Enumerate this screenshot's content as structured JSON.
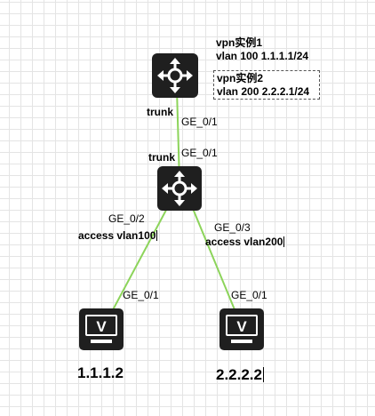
{
  "devices": {
    "top_router": {
      "icon": "router-icon",
      "port_label": "GE_0/1",
      "mode_label": "trunk"
    },
    "core_switch": {
      "icon": "l3-switch-icon",
      "uplink_port": "GE_0/1",
      "uplink_mode": "trunk",
      "left_port": "GE_0/2",
      "left_mode": "access vlan100",
      "right_port": "GE_0/3",
      "right_mode": "access vlan200"
    },
    "host_left": {
      "icon": "vpc-icon",
      "glyph": "V",
      "port": "GE_0/1",
      "ip": "1.1.1.2"
    },
    "host_right": {
      "icon": "vpc-icon",
      "glyph": "V",
      "port": "GE_0/1",
      "ip": "2.2.2.2"
    }
  },
  "annotations": {
    "vpn1_title": "vpn实例1",
    "vpn1_detail": "vlan 100 1.1.1.1/24",
    "vpn2_title": "vpn实例2",
    "vpn2_detail": "vlan 200 2.2.2.1/24"
  },
  "colors": {
    "link": "#8cd45a",
    "device": "#1f1f1f",
    "device_glyph": "#ffffff",
    "grid": "#e4e4e4"
  }
}
